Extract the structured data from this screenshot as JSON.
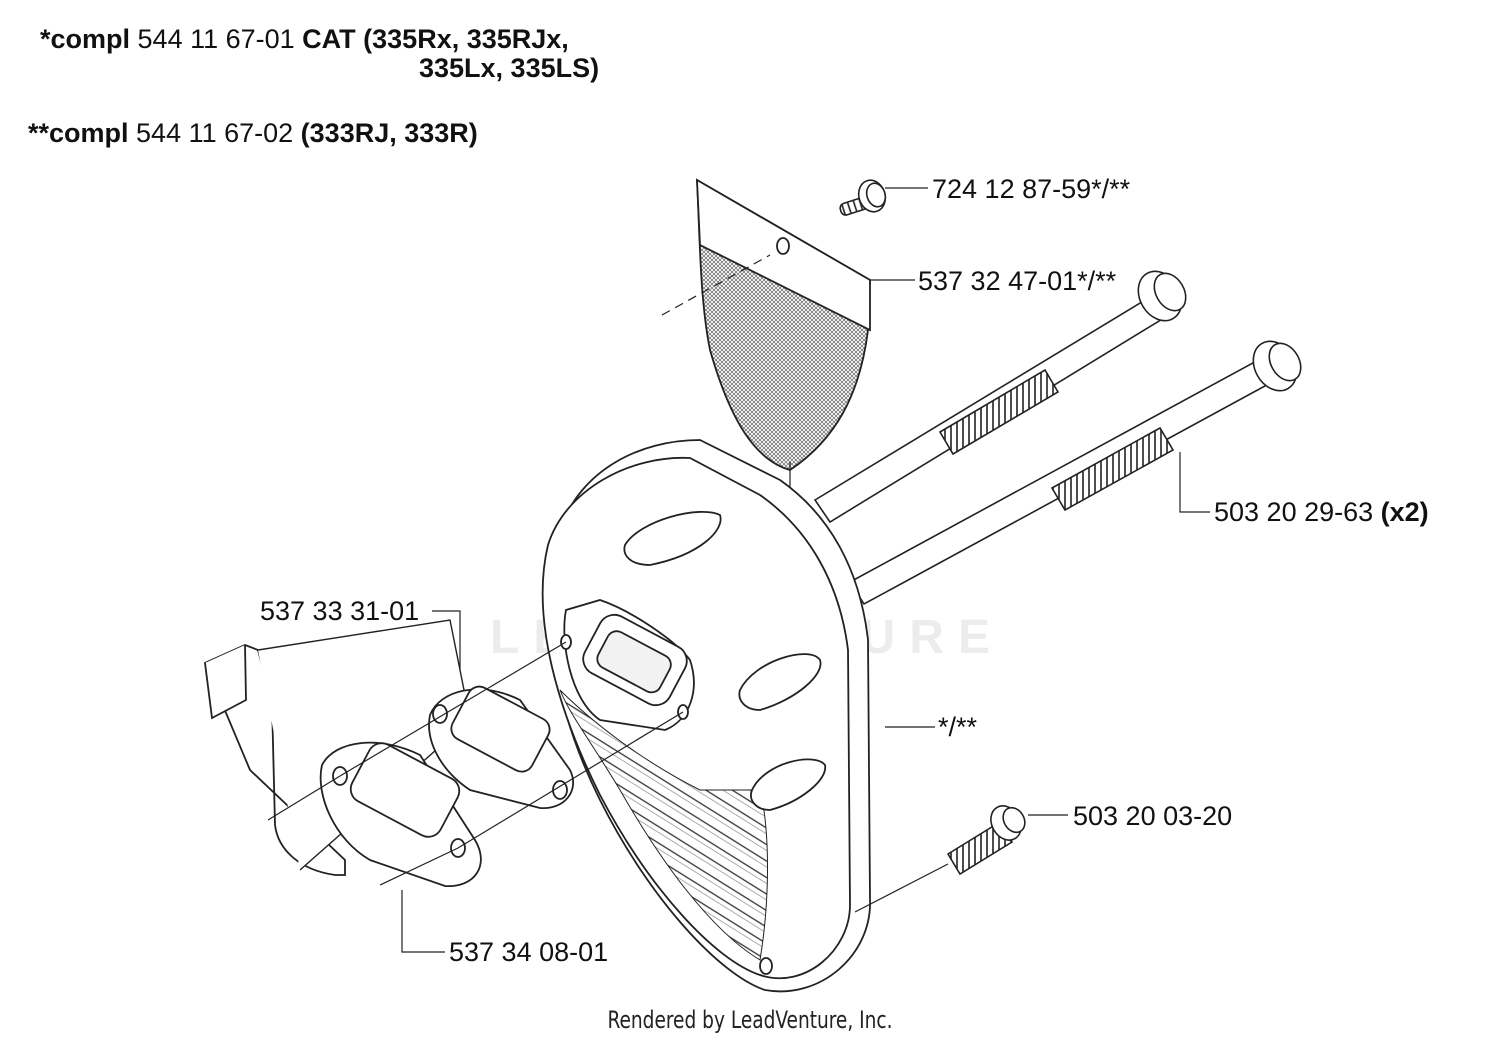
{
  "header": {
    "line1_prefix": "*compl",
    "line1_part": " 544 11 67-01 ",
    "line1_cat": "CAT (335Rx, 335RJx,",
    "line1_cont": "335Lx, 335LS)",
    "line2_prefix": "**compl",
    "line2_part": " 544 11 67-02 ",
    "line2_models": "(333RJ, 333R)"
  },
  "callouts": {
    "screw_top": "724 12 87-59*/**",
    "screen": "537 32 47-01*/**",
    "bolt_long": "503 20 29-63",
    "bolt_long_qty": "(x2)",
    "gasket_top": "537 33 31-01",
    "muffler": "*/**",
    "bolt_short": "503 20 03-20",
    "gasket_bottom": "537 34 08-01"
  },
  "watermark": "LEADVENTURE",
  "footer": "Rendered by LeadVenture, Inc."
}
